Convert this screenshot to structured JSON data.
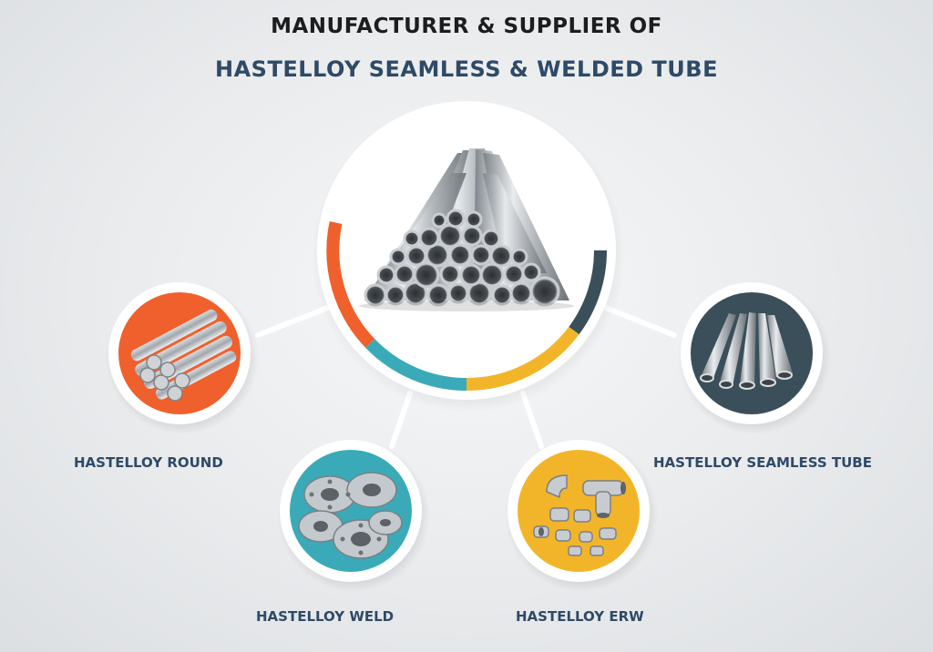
{
  "header": {
    "line1": "MANUFACTURER & SUPPLIER OF",
    "line2": "HASTELLOY SEAMLESS & WELDED TUBE"
  },
  "colors": {
    "title_blue": "#2e4a66",
    "label_blue": "#2e4a66",
    "orange": "#f0602c",
    "teal": "#3aaab8",
    "yellow": "#f2b52a",
    "slate": "#3a4f5a"
  },
  "products": [
    {
      "label": "HASTELLOY ROUND",
      "icon": "round-bars-icon"
    },
    {
      "label": "HASTELLOY WELD",
      "icon": "flanges-icon"
    },
    {
      "label": "HASTELLOY ERW",
      "icon": "pipe-fittings-icon"
    },
    {
      "label": "HASTELLOY SEAMLESS TUBE",
      "icon": "seamless-tubes-icon"
    }
  ]
}
